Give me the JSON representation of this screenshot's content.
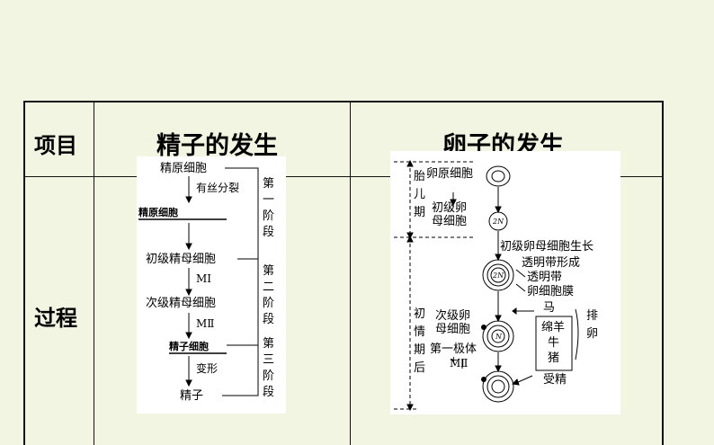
{
  "table": {
    "header": {
      "col1": "项目",
      "col2": "精子的发生",
      "col3": "卵子的发生"
    },
    "row1_label": "过程"
  },
  "sperm": {
    "spermatogonium": "精原细胞",
    "mitosis": "有丝分裂",
    "spermatogonium_bold": "精原细胞",
    "primary_spermatocyte": "初级精母细胞",
    "meiosis1": "MⅠ",
    "secondary_spermatocyte": "次级精母细胞",
    "meiosis2": "MⅡ",
    "spermatid": "精子细胞",
    "transform": "变形",
    "sperm": "精子",
    "stage1": [
      "第",
      "一",
      "阶",
      "段"
    ],
    "stage2": [
      "第",
      "二",
      "阶",
      "段"
    ],
    "stage3": [
      "第",
      "三",
      "阶",
      "段"
    ]
  },
  "egg": {
    "oogonium": "卵原细胞",
    "primary_oocyte": [
      "初级卵",
      "母细胞"
    ],
    "fetal_period": [
      "胎",
      "儿",
      "期"
    ],
    "growth": "初级卵母细胞生长",
    "zona_forming": "透明带形成",
    "zona": "透明带",
    "membrane": "卵细胞膜",
    "horse": "马",
    "species_box": [
      "绵羊",
      "牛",
      "猪"
    ],
    "ovulation": [
      "排",
      "卵"
    ],
    "puberty": [
      "初",
      "情",
      "期",
      "后"
    ],
    "secondary_oocyte": [
      "次级卵",
      "母细胞"
    ],
    "polar_body": "第一极体",
    "meiosis2": "MⅡ",
    "fertilization": "受精",
    "cell_2n": "2N",
    "cell_n": "N"
  }
}
